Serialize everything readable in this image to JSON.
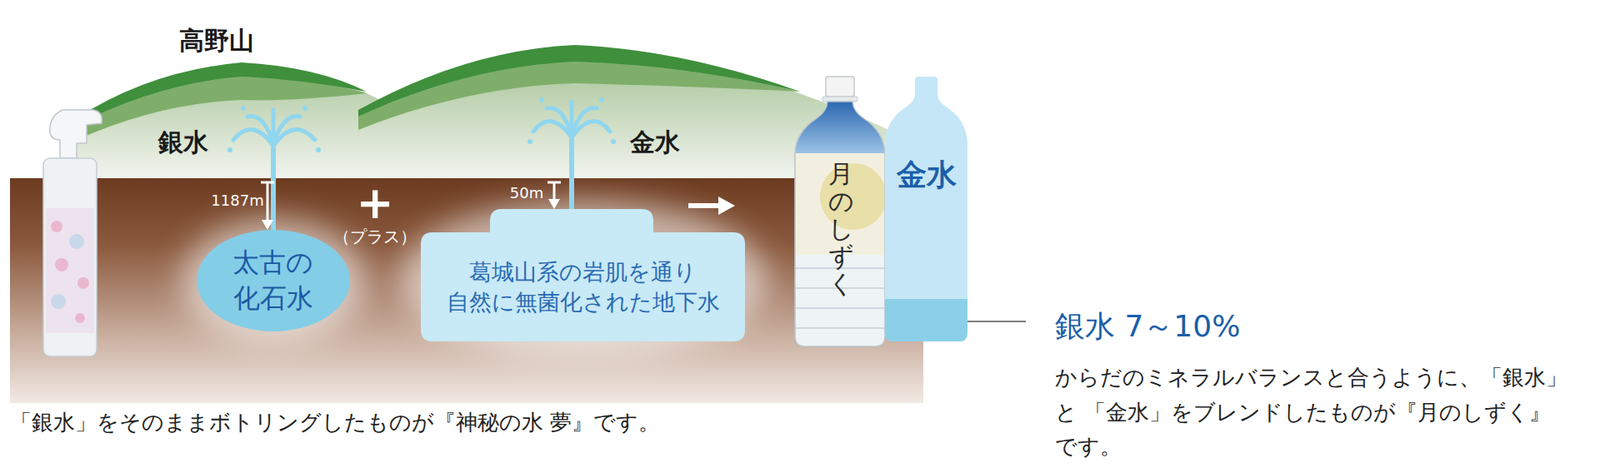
{
  "diagram": {
    "nodes": [
      {
        "text": [
          "太古の 化石水"
        ]
      },
      {
        "text": [
          "葛城山系の岩肌を通り 自然に無菌化された地下水"
        ]
      },
      {
        "text": [
          "金水"
        ]
      }
    ],
    "labels": [
      "高野山",
      "銀水",
      "1187m",
      "+",
      "（プラス）",
      "金水",
      "50m",
      "月のしずく",
      "銀水 7～10%",
      "からだのミネラルバランスと合うように、「銀水」と 「金水」をブレンドしたものが『月のしずく』です。",
      "「銀水」をそのままボトリングしたものが『神秘の水 夢』です。"
    ]
  }
}
